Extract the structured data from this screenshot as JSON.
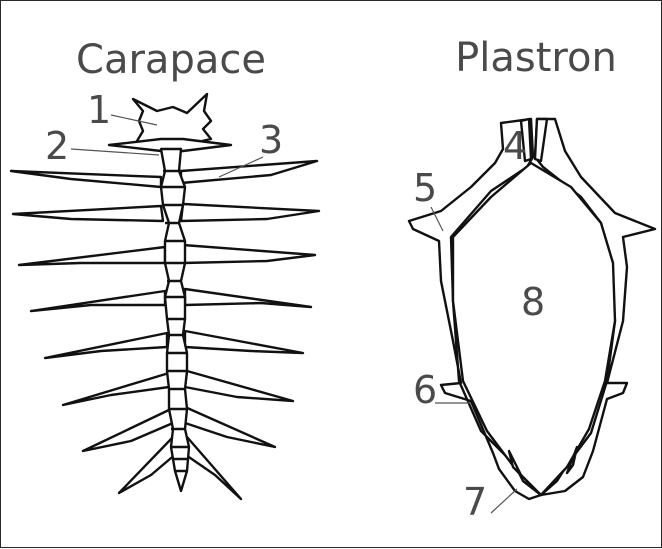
{
  "titles": {
    "carapace": "Carapace",
    "plastron": "Plastron"
  },
  "labels": {
    "l1": "1",
    "l2": "2",
    "l3": "3",
    "l4": "4",
    "l5": "5",
    "l6": "6",
    "l7": "7",
    "l8": "8"
  },
  "colors": {
    "outline": "#111111",
    "text": "#4a4a4a",
    "background": "#ffffff"
  }
}
